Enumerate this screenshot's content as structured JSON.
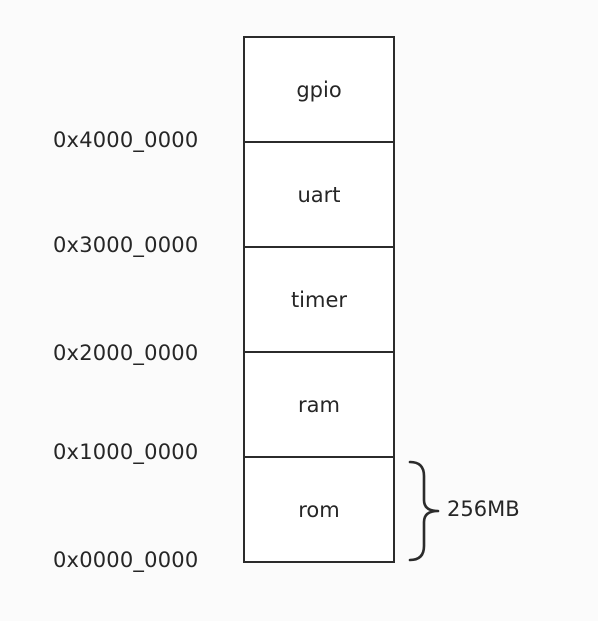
{
  "regions": [
    {
      "label": "gpio"
    },
    {
      "label": "uart"
    },
    {
      "label": "timer"
    },
    {
      "label": "ram"
    },
    {
      "label": "rom"
    }
  ],
  "addresses": [
    "0x4000_0000",
    "0x3000_0000",
    "0x2000_0000",
    "0x1000_0000",
    "0x0000_0000"
  ],
  "rom_size_label": "256MB"
}
